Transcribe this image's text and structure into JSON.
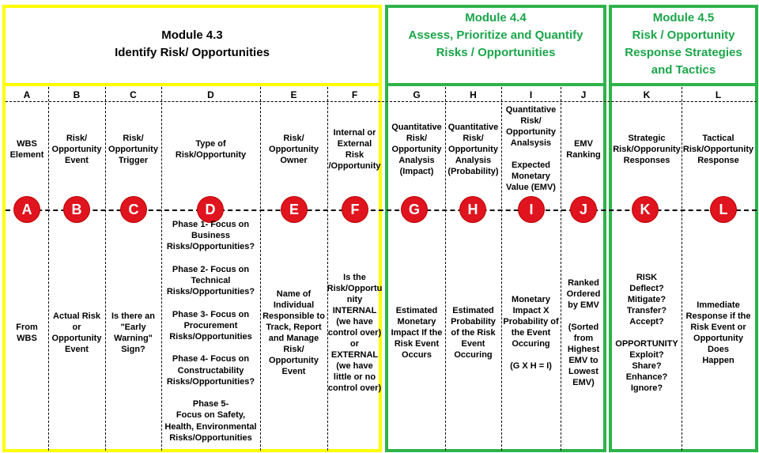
{
  "colors": {
    "module_4_3_border": "#ffff00",
    "module_4_4_border": "#2db34a",
    "module_4_5_border": "#2db34a",
    "title_green": "#1aa64a",
    "circle": "#e0141e"
  },
  "modules": [
    {
      "title": "Module 4.3\nIdentify Risk/ Opportunities"
    },
    {
      "title": "Module 4.4\nAssess, Prioritize and Quantify\nRisks / Opportunities"
    },
    {
      "title": "Module 4.5\nRisk / Opportunity\nResponse Strategies\nand Tactics"
    }
  ],
  "columns": [
    {
      "letter": "A",
      "header": "WBS\nElement",
      "description": "From\nWBS"
    },
    {
      "letter": "B",
      "header": "Risk/\nOpportunity\nEvent",
      "description": "Actual Risk\nor\nOpportunity\nEvent"
    },
    {
      "letter": "C",
      "header": "Risk/\nOpportunity\nTrigger",
      "description": "Is there an\n\"Early\nWarning\"\nSign?"
    },
    {
      "letter": "D",
      "header": "Type of\nRisk/Opportunity",
      "description": "Phase 1- Focus on\nBusiness\nRisks/Opportunities?\n\nPhase 2- Focus on\nTechnical\nRisks/Opportunities?\n\nPhase 3- Focus on\nProcurement\nRisks/Opportunities\n\nPhase 4- Focus on\nConstructability\nRisks/Opportunities?\n\nPhase 5-\nFocus on Safety,\nHealth, Environmental\nRisks/Opportunities"
    },
    {
      "letter": "E",
      "header": "Risk/\nOpportunity\nOwner",
      "description": "Name of\nIndividual\nResponsible to\nTrack, Report\nand Manage\nRisk/\nOpportunity\nEvent"
    },
    {
      "letter": "F",
      "header": "Internal or\nExternal Risk\n/Opportunity",
      "description": "Is the\nRisk/Opportu\nnity\nINTERNAL\n(we have\ncontrol over)\nor\nEXTERNAL\n(we have\nlittle or no\ncontrol over)"
    },
    {
      "letter": "G",
      "header": "Quantitative\nRisk/\nOpportunity\nAnalysis\n(Impact)",
      "description": "Estimated\nMonetary\nImpact If the\nRisk Event\nOccurs"
    },
    {
      "letter": "H",
      "header": "Quantitative\nRisk/\nOpportunity\nAnalysis\n(Probability)",
      "description": "Estimated\nProbability\nof the Risk\nEvent\nOccuring"
    },
    {
      "letter": "I",
      "header": "Quantitative\nRisk/\nOpportunity\nAnalsysis\n\nExpected\nMonetary\nValue (EMV)",
      "description": "Monetary\nImpact X\nProbability of\nthe Event\nOccuring\n\n(G X H = I)"
    },
    {
      "letter": "J",
      "header": "EMV\nRanking",
      "description": "Ranked\nOrdered\nby EMV\n\n(Sorted\nfrom\nHighest\nEMV to\nLowest\nEMV)"
    },
    {
      "letter": "K",
      "header": "Strategic\nRisk/Opporunity\nResponses",
      "description": "RISK\nDeflect?\nMitigate?\nTransfer?\nAccept?\n\nOPPORTUNITY\nExploit?\nShare?\nEnhance?\nIgnore?"
    },
    {
      "letter": "L",
      "header": "Tactical\nRisk/Opportunity\nResponse",
      "description": "Immediate\nResponse if the\nRisk Event or\nOpportunity Does\nHappen"
    }
  ]
}
